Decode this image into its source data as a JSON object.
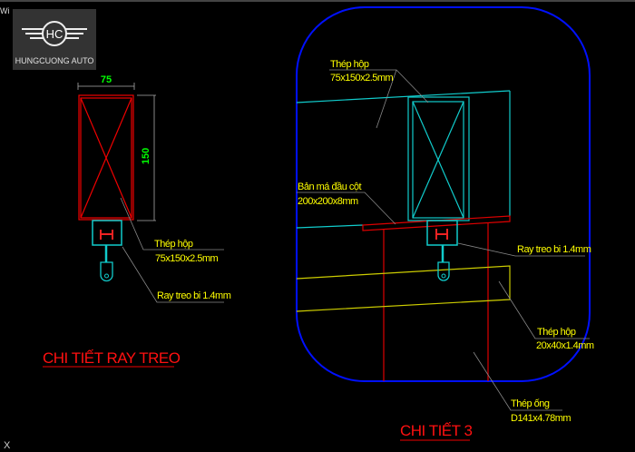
{
  "window": {
    "title_fragment": "Wi",
    "close_glyph": "X"
  },
  "logo": {
    "initials": "HC",
    "brand": "HUNGCUONG AUTO"
  },
  "colors": {
    "background": "#000000",
    "frame": "#0000ff",
    "label": "#ffff00",
    "title": "#ff1010",
    "dimension": "#00ff00",
    "steel": "#00cccc",
    "plate": "#cc0000"
  },
  "detail_rail": {
    "title": "CHI TIẾT RAY TREO",
    "dim_width": "75",
    "dim_height": "150",
    "labels": [
      {
        "line1": "Thép hộp",
        "line2": "75x150x2.5mm"
      },
      {
        "line1": "Ray treo bi 1.4mm"
      }
    ]
  },
  "detail_3": {
    "title": "CHI TIẾT 3",
    "labels": [
      {
        "line1": "Thép hộp",
        "line2": "75x150x2.5mm"
      },
      {
        "line1": "Bản má đầu cột",
        "line2": "200x200x8mm"
      },
      {
        "line1": "Ray treo bi 1.4mm"
      },
      {
        "line1": "Thép hộp",
        "line2": "20x40x1.4mm"
      },
      {
        "line1": "Thép ống",
        "line2": "D141x4.78mm"
      }
    ]
  }
}
